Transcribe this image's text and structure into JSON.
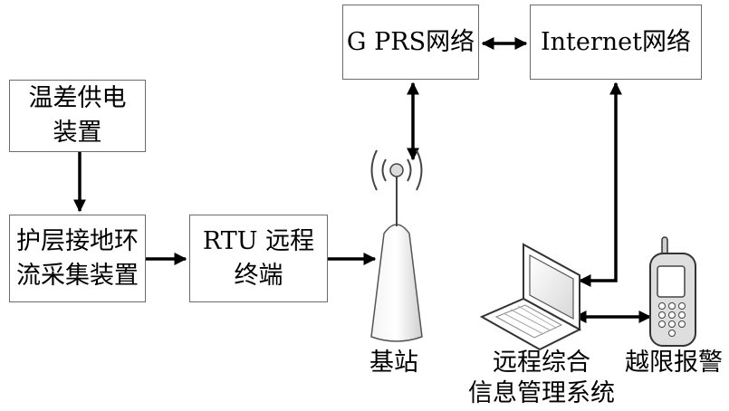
{
  "boxes": {
    "temp_power": "温差供电装置",
    "sheath_current": "护层接地环流采集装置",
    "rtu": "RTU 远程终端",
    "gprs": "G PRS网络",
    "internet": "Internet网络"
  },
  "labels": {
    "base_station": "基站",
    "mgmt_line1": "远程综合",
    "mgmt_line2": "信息管理系统",
    "alarm": "越限报警"
  },
  "icons": {
    "base_station": "base-station-tower-icon",
    "laptop": "laptop-icon",
    "phone": "mobile-phone-icon"
  }
}
